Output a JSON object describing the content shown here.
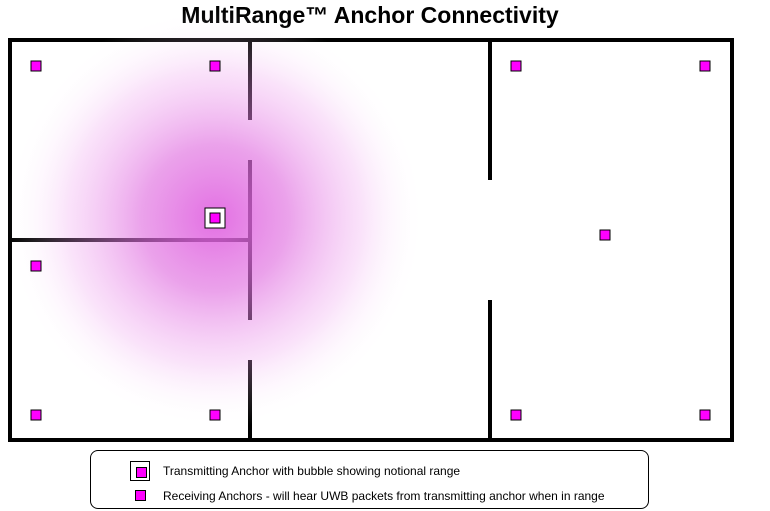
{
  "title": "MultiRange™ Anchor Connectivity",
  "colors": {
    "anchor_fill": "#ff00ff",
    "range_bubble": "#dd44dd",
    "walls": "#000000"
  },
  "anchors": {
    "transmitting_count": 1,
    "receiving_count": 10
  },
  "legend": {
    "transmitting": "Transmitting Anchor with bubble showing notional range",
    "receiving": "Receiving Anchors - will hear UWB packets from transmitting anchor when in range"
  }
}
